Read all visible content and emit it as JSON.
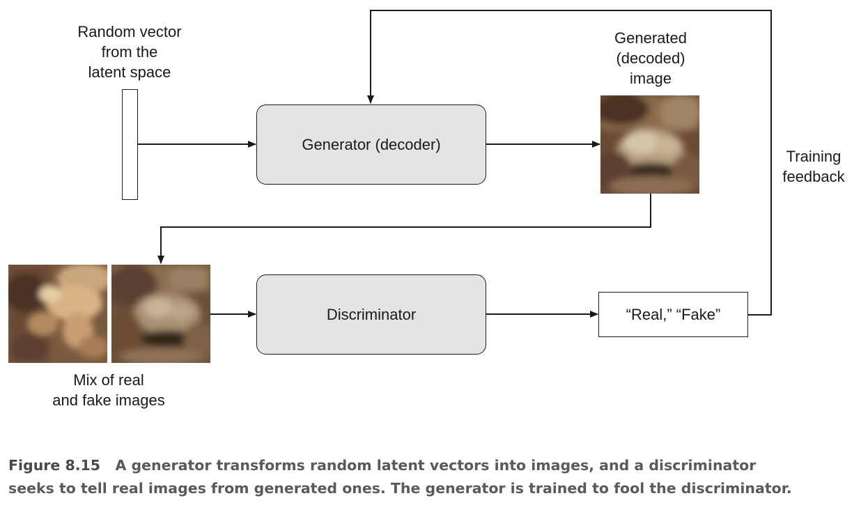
{
  "diagram": {
    "latent_label": [
      "Random vector",
      "from the",
      "latent space"
    ],
    "generator_label": "Generator (decoder)",
    "generated_label": [
      "Generated",
      "(decoded)",
      "image"
    ],
    "feedback_label": [
      "Training",
      "feedback"
    ],
    "discriminator_label": "Discriminator",
    "output_label": "“Real,” “Fake”",
    "mix_label": [
      "Mix of real",
      "and fake images"
    ]
  },
  "caption": {
    "figure_number": "Figure 8.15",
    "line1": "A generator transforms random latent vectors into images, and a discriminator",
    "line2": "seeks to tell real images from generated ones. The generator is trained to fool the discriminator."
  },
  "colors": {
    "box_fill": "#e4e4e4",
    "stroke": "#1a1a1a",
    "caption_text": "#5a5a5a"
  }
}
